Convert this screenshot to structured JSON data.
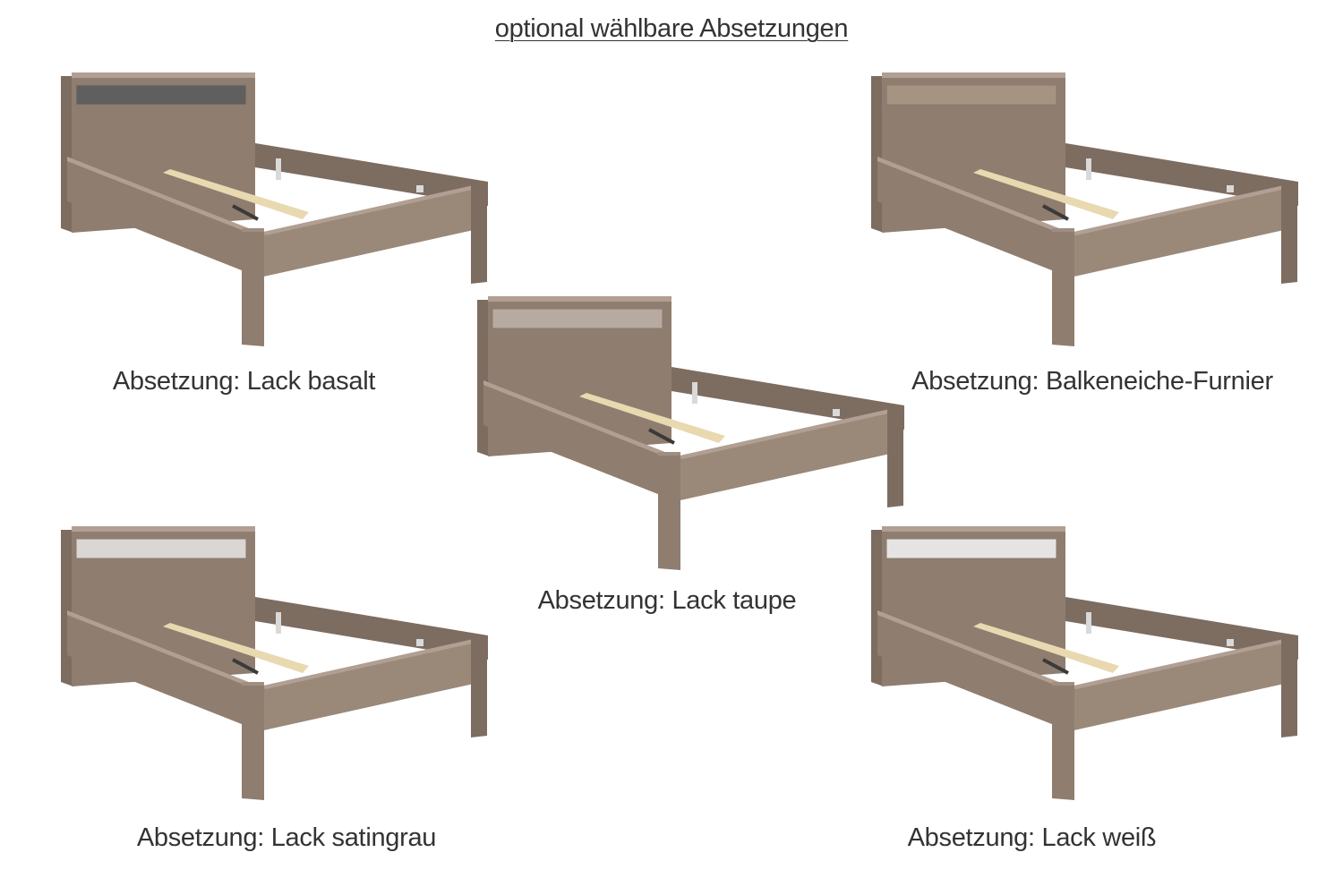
{
  "title": "optional wählbare Absetzungen",
  "wood_color": "#8f7d6f",
  "variants": [
    {
      "caption": "Absetzung: Lack basalt",
      "accent_color": "#5f5f5f"
    },
    {
      "caption": "Absetzung: Balkeneiche-Furnier",
      "accent_color": "#a79381"
    },
    {
      "caption": "Absetzung: Lack taupe",
      "accent_color": "#b7aaa0"
    },
    {
      "caption": "Absetzung: Lack satingrau",
      "accent_color": "#d9d6d3"
    },
    {
      "caption": "Absetzung: Lack weiß",
      "accent_color": "#e6e4e2"
    }
  ]
}
